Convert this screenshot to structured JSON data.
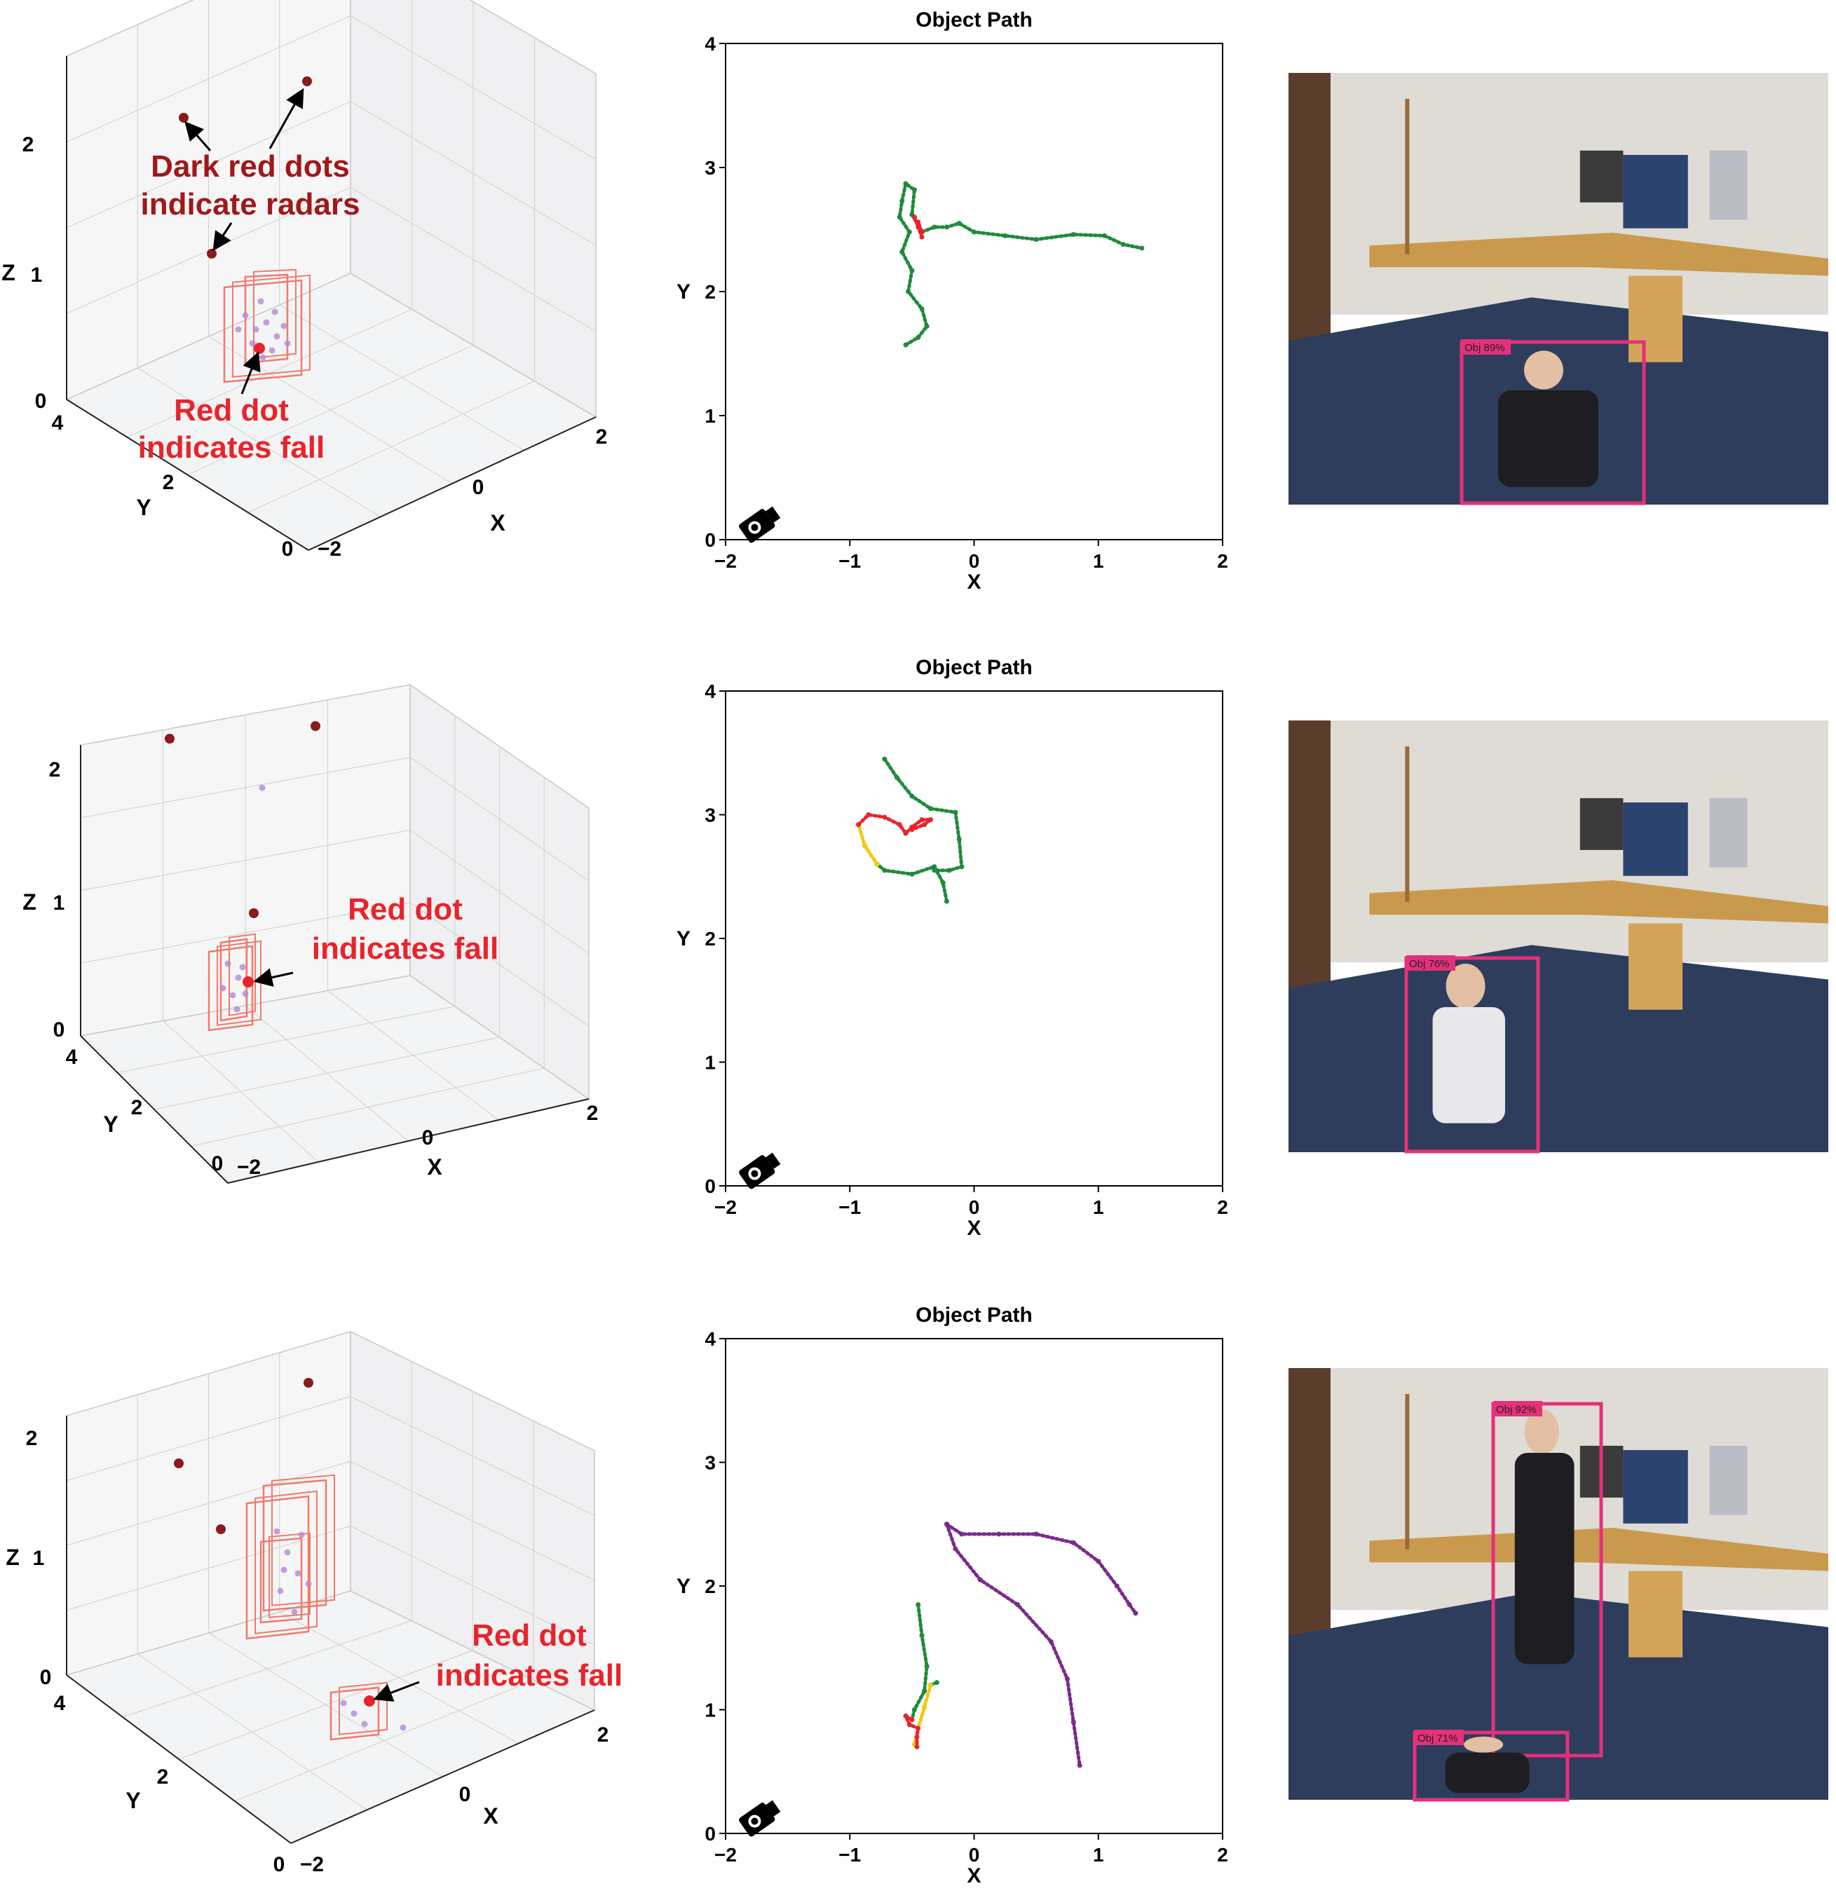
{
  "colors": {
    "radar": "#8b1a1a",
    "fall": "#e8242b",
    "fall_text": "#e8242b",
    "radar_text": "#a01818",
    "path_green": "#1e8b3a",
    "path_red": "#e8242b",
    "path_yellow": "#f2c811",
    "path_purple": "#7b2a8c",
    "box": "#f07a6a",
    "points": "#b58ad6",
    "detect": "#e5307a"
  },
  "icons": [
    "camera-icon"
  ],
  "chart_data": [
    {
      "type": "scatter3d",
      "xlabel": "X",
      "ylabel": "Y",
      "zlabel": "Z",
      "xticks": [
        "2",
        "0",
        "−2"
      ],
      "yticks": [
        "4",
        "2",
        "0"
      ],
      "zticks": [
        "2",
        "1",
        "0"
      ],
      "xlim": [
        -2,
        2
      ],
      "ylim": [
        0,
        4
      ],
      "zlim": [
        0,
        2
      ],
      "annotations": [
        {
          "text_lines": [
            "Dark red dots",
            "indicate radars"
          ]
        },
        {
          "text_lines": [
            "Red dot",
            "indicates fall"
          ]
        }
      ]
    },
    {
      "type": "line",
      "title": "Object Path",
      "xlabel": "X",
      "ylabel": "Y",
      "xticks": [
        "−2",
        "−1",
        "0",
        "1",
        "2"
      ],
      "yticks": [
        "0",
        "1",
        "2",
        "3",
        "4"
      ],
      "xlim": [
        -2,
        2
      ],
      "ylim": [
        0,
        4
      ],
      "series": [
        {
          "color": "green",
          "points": [
            [
              -0.55,
              1.57
            ],
            [
              -0.45,
              1.63
            ],
            [
              -0.38,
              1.72
            ],
            [
              -0.42,
              1.86
            ],
            [
              -0.53,
              2.0
            ],
            [
              -0.5,
              2.17
            ],
            [
              -0.58,
              2.32
            ],
            [
              -0.52,
              2.48
            ],
            [
              -0.6,
              2.6
            ],
            [
              -0.58,
              2.73
            ],
            [
              -0.55,
              2.87
            ],
            [
              -0.48,
              2.82
            ],
            [
              -0.5,
              2.62
            ],
            [
              -0.42,
              2.48
            ],
            [
              -0.32,
              2.52
            ],
            [
              -0.22,
              2.52
            ],
            [
              -0.12,
              2.55
            ],
            [
              0.0,
              2.48
            ],
            [
              0.25,
              2.45
            ],
            [
              0.5,
              2.42
            ],
            [
              0.8,
              2.46
            ],
            [
              1.05,
              2.45
            ],
            [
              1.2,
              2.38
            ],
            [
              1.35,
              2.35
            ]
          ]
        },
        {
          "color": "red",
          "points": [
            [
              -0.48,
              2.6
            ],
            [
              -0.45,
              2.52
            ],
            [
              -0.42,
              2.44
            ],
            [
              -0.45,
              2.56
            ],
            [
              -0.42,
              2.48
            ]
          ]
        }
      ]
    },
    {
      "type": "scatter3d",
      "xlabel": "X",
      "ylabel": "Y",
      "zlabel": "Z",
      "xticks": [
        "2",
        "0",
        "−2"
      ],
      "yticks": [
        "4",
        "2",
        "0"
      ],
      "zticks": [
        "2",
        "1",
        "0"
      ],
      "xlim": [
        -2,
        2
      ],
      "ylim": [
        0,
        4
      ],
      "zlim": [
        0,
        2
      ],
      "annotations": [
        {
          "text_lines": [
            "Red dot",
            "indicates fall"
          ]
        }
      ]
    },
    {
      "type": "line",
      "title": "Object Path",
      "xlabel": "X",
      "ylabel": "Y",
      "xticks": [
        "−2",
        "−1",
        "0",
        "1",
        "2"
      ],
      "yticks": [
        "0",
        "1",
        "2",
        "3",
        "4"
      ],
      "xlim": [
        -2,
        2
      ],
      "ylim": [
        0,
        4
      ],
      "series": [
        {
          "color": "green",
          "points": [
            [
              -0.22,
              2.3
            ],
            [
              -0.25,
              2.45
            ],
            [
              -0.32,
              2.58
            ],
            [
              -0.5,
              2.52
            ],
            [
              -0.72,
              2.55
            ],
            [
              -0.78,
              2.6
            ]
          ]
        },
        {
          "color": "green",
          "points": [
            [
              -0.72,
              3.45
            ],
            [
              -0.62,
              3.3
            ],
            [
              -0.5,
              3.15
            ],
            [
              -0.35,
              3.05
            ],
            [
              -0.15,
              3.02
            ],
            [
              -0.12,
              2.8
            ],
            [
              -0.1,
              2.58
            ],
            [
              -0.2,
              2.55
            ],
            [
              -0.32,
              2.55
            ]
          ]
        },
        {
          "color": "yellow",
          "points": [
            [
              -0.78,
              2.6
            ],
            [
              -0.88,
              2.75
            ],
            [
              -0.93,
              2.92
            ]
          ]
        },
        {
          "color": "red",
          "points": [
            [
              -0.93,
              2.92
            ],
            [
              -0.85,
              3.0
            ],
            [
              -0.72,
              2.98
            ],
            [
              -0.6,
              2.92
            ],
            [
              -0.55,
              2.85
            ],
            [
              -0.5,
              2.9
            ],
            [
              -0.42,
              2.96
            ],
            [
              -0.35,
              2.96
            ],
            [
              -0.4,
              2.92
            ],
            [
              -0.5,
              2.88
            ]
          ]
        }
      ]
    },
    {
      "type": "scatter3d",
      "xlabel": "X",
      "ylabel": "Y",
      "zlabel": "Z",
      "xticks": [
        "2",
        "0",
        "−2"
      ],
      "yticks": [
        "4",
        "2",
        "0"
      ],
      "zticks": [
        "2",
        "1",
        "0"
      ],
      "xlim": [
        -2,
        2
      ],
      "ylim": [
        0,
        4
      ],
      "zlim": [
        0,
        2
      ],
      "annotations": [
        {
          "text_lines": [
            "Red dot",
            "indicates fall"
          ]
        }
      ]
    },
    {
      "type": "line",
      "title": "Object Path",
      "xlabel": "X",
      "ylabel": "Y",
      "xticks": [
        "−2",
        "−1",
        "0",
        "1",
        "2"
      ],
      "yticks": [
        "0",
        "1",
        "2",
        "3",
        "4"
      ],
      "xlim": [
        -2,
        2
      ],
      "ylim": [
        0,
        4
      ],
      "series": [
        {
          "color": "purple",
          "points": [
            [
              -0.22,
              2.5
            ],
            [
              -0.1,
              2.42
            ],
            [
              0.2,
              2.42
            ],
            [
              0.5,
              2.42
            ],
            [
              0.8,
              2.35
            ],
            [
              1.0,
              2.2
            ],
            [
              1.15,
              2.0
            ],
            [
              1.25,
              1.85
            ],
            [
              1.3,
              1.78
            ]
          ]
        },
        {
          "color": "purple",
          "points": [
            [
              -0.22,
              2.5
            ],
            [
              -0.15,
              2.3
            ],
            [
              0.05,
              2.05
            ],
            [
              0.35,
              1.85
            ],
            [
              0.62,
              1.55
            ],
            [
              0.75,
              1.25
            ],
            [
              0.8,
              0.9
            ],
            [
              0.85,
              0.55
            ]
          ]
        },
        {
          "color": "green",
          "points": [
            [
              -0.45,
              1.85
            ],
            [
              -0.42,
              1.6
            ],
            [
              -0.38,
              1.35
            ],
            [
              -0.4,
              1.15
            ],
            [
              -0.48,
              1.0
            ],
            [
              -0.5,
              0.92
            ]
          ]
        },
        {
          "color": "green",
          "points": [
            [
              -0.35,
              1.2
            ],
            [
              -0.3,
              1.22
            ]
          ]
        },
        {
          "color": "yellow",
          "points": [
            [
              -0.35,
              1.2
            ],
            [
              -0.4,
              1.02
            ],
            [
              -0.45,
              0.85
            ],
            [
              -0.48,
              0.72
            ]
          ]
        },
        {
          "color": "red",
          "points": [
            [
              -0.5,
              0.92
            ],
            [
              -0.55,
              0.95
            ],
            [
              -0.52,
              0.88
            ],
            [
              -0.45,
              0.85
            ],
            [
              -0.46,
              0.78
            ],
            [
              -0.46,
              0.7
            ]
          ]
        }
      ]
    }
  ],
  "detections": [
    {
      "label": "Obj 89%"
    },
    {
      "label": "Obj 76%"
    },
    {
      "label": "Obj 92%"
    },
    {
      "label": "Obj 71%"
    }
  ]
}
